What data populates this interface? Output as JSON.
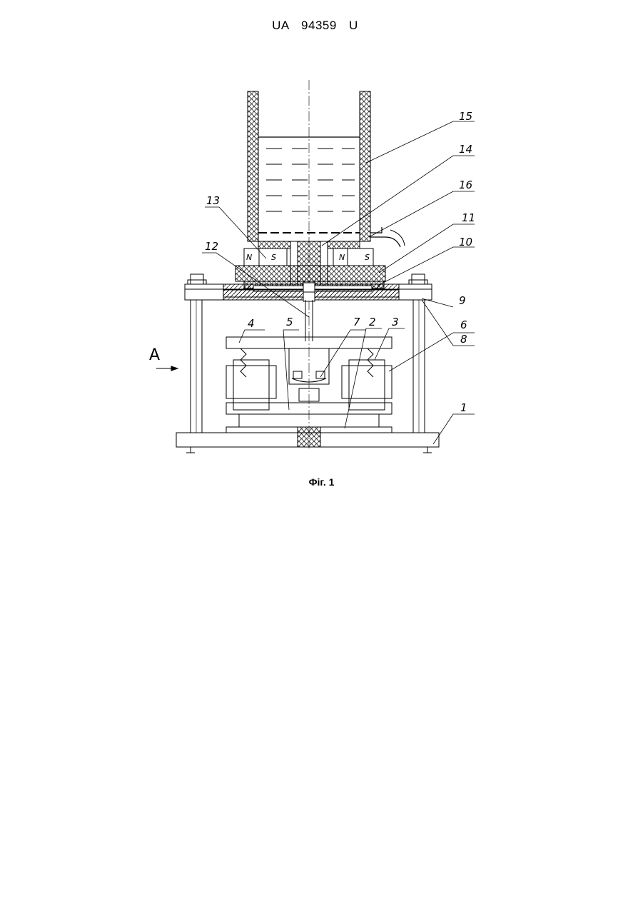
{
  "header": {
    "doc_number": "UA   94359   U"
  },
  "figure": {
    "view_label": "A",
    "magnet_poles": [
      "N",
      "S",
      "N",
      "S"
    ],
    "callouts": [
      "15",
      "14",
      "16",
      "13",
      "11",
      "12",
      "10",
      "9",
      "4",
      "5",
      "7",
      "2",
      "3",
      "6",
      "8",
      "1"
    ]
  },
  "caption": {
    "text": "Фіг. 1"
  }
}
